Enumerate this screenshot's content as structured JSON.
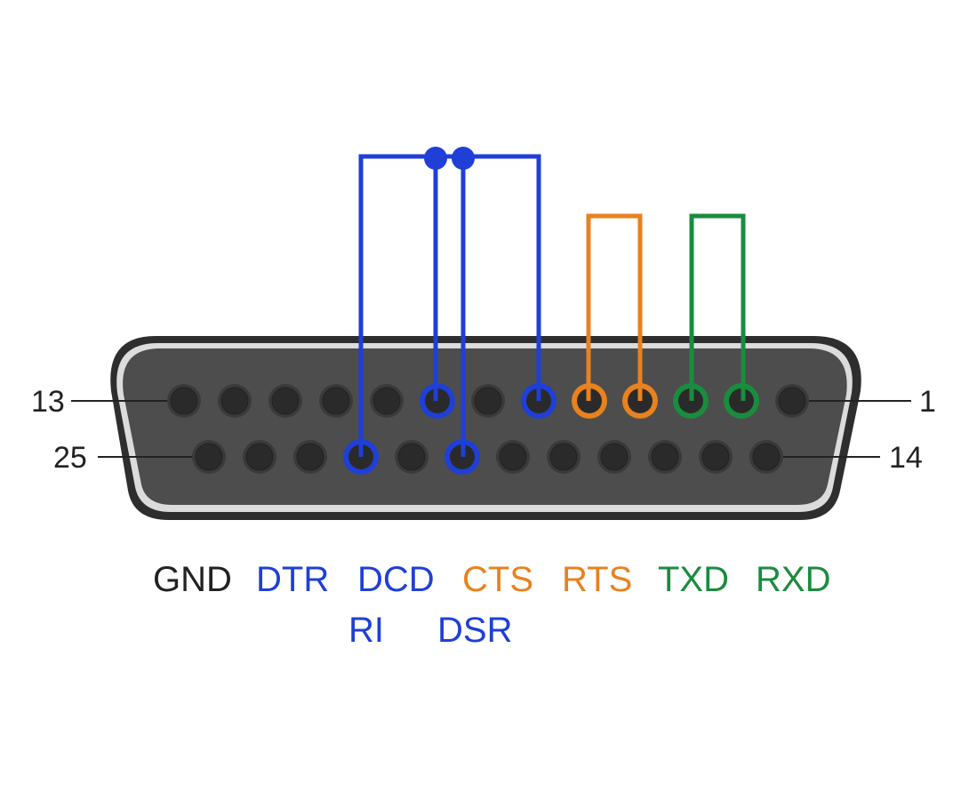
{
  "diagram": {
    "pin_labels": {
      "top_left": "13",
      "top_right": "1",
      "bottom_left": "25",
      "bottom_right": "14"
    },
    "signals": {
      "gnd": "GND",
      "dtr": "DTR",
      "dcd": "DCD",
      "cts": "CTS",
      "rts": "RTS",
      "txd": "TXD",
      "rxd": "RXD",
      "ri": "RI",
      "dsr": "DSR"
    },
    "loopbacks": [
      {
        "name": "handshake-dtr-dcd-dsr-ri",
        "color": "#1f3fd6"
      },
      {
        "name": "rts-cts",
        "color": "#e8821e"
      },
      {
        "name": "txd-rxd",
        "color": "#1a8c3e"
      }
    ],
    "colors": {
      "blue": "#1f3fd6",
      "orange": "#e8821e",
      "green": "#1a8c3e",
      "black": "#222222",
      "shell": "#4d4d4d",
      "pin": "#2a2a2a"
    },
    "connector": {
      "type": "DB-25",
      "rows": [
        13,
        12
      ]
    }
  }
}
